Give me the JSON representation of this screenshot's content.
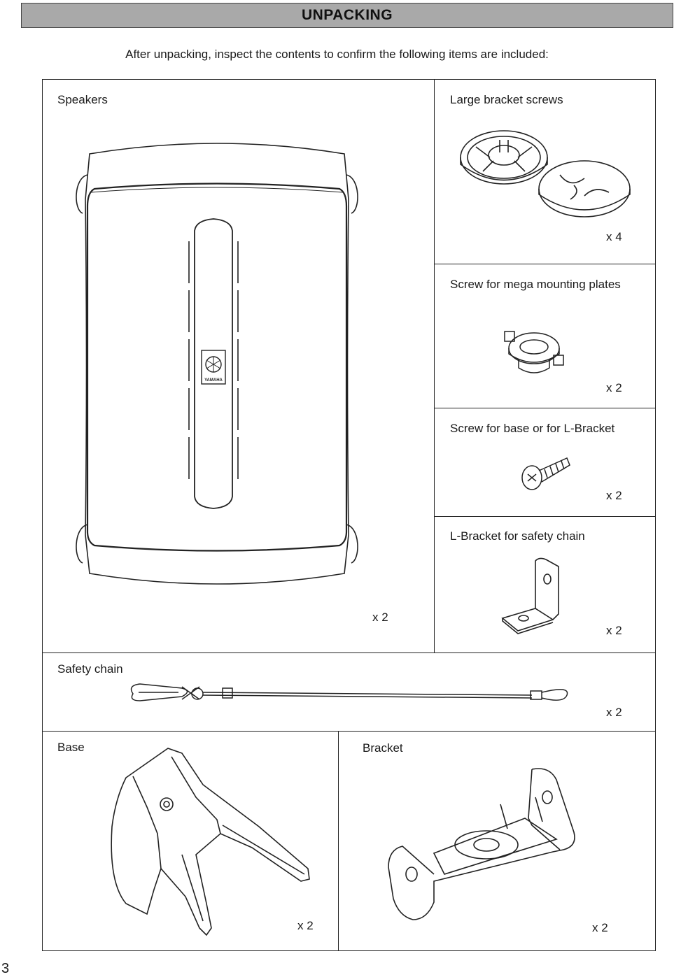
{
  "header": {
    "title": "UNPACKING"
  },
  "intro": "After unpacking, inspect the contents to confirm the following items are included:",
  "items": {
    "speakers": {
      "label": "Speakers",
      "qty": "x  2",
      "logo_text": "YAMAHA"
    },
    "large_bracket_screws": {
      "label": "Large bracket screws",
      "qty": "x 4"
    },
    "mega_screw": {
      "label": "Screw for mega mounting plates",
      "qty": "x 2"
    },
    "base_screw": {
      "label": "Screw for base or for L-Bracket",
      "qty": "x 2"
    },
    "l_bracket": {
      "label": "L-Bracket for safety chain",
      "qty": "x 2"
    },
    "safety_chain": {
      "label": "Safety chain",
      "qty": "x 2"
    },
    "base": {
      "label": "Base",
      "qty": "x  2"
    },
    "bracket": {
      "label": "Bracket",
      "qty": "x  2"
    }
  },
  "page_number": "3"
}
